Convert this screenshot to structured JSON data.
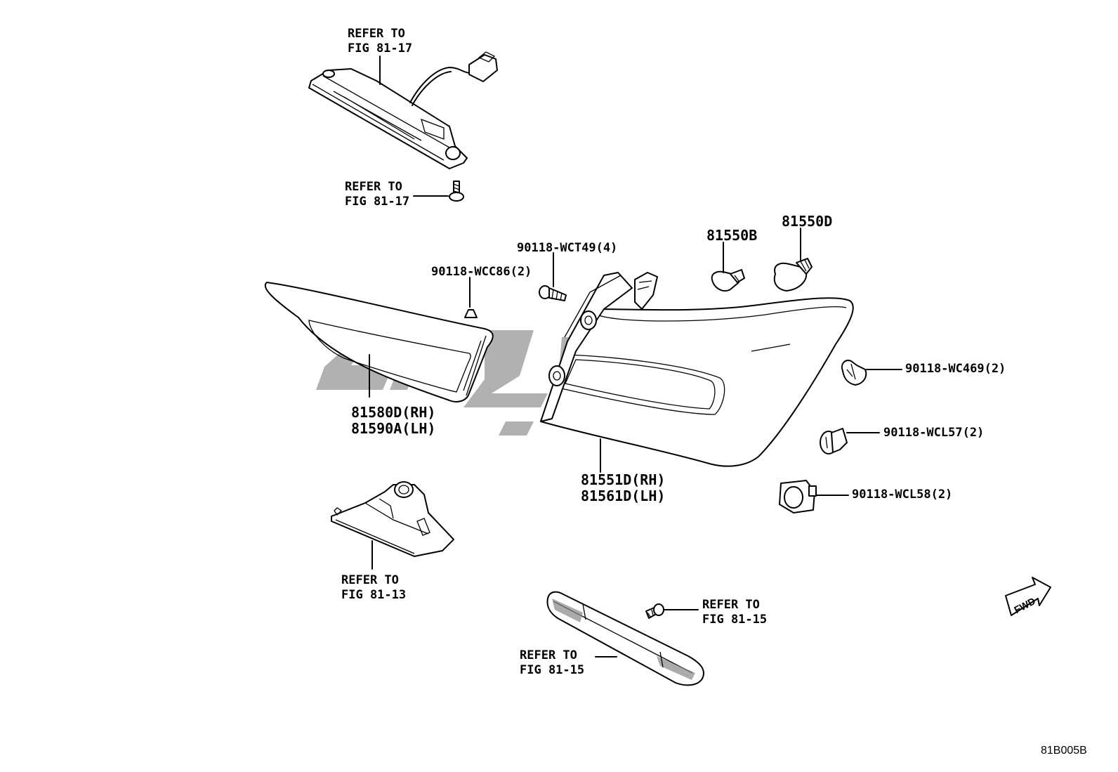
{
  "diagram": {
    "figure_code": "81B005B",
    "labels": {
      "hmsl_top_ref": "REFER TO\nFIG 81-17",
      "hmsl_bolt_ref": "REFER TO\nFIG 81-17",
      "clip_wcc86": "90118-WCC86(2)",
      "screw_wct49": "90118-WCT49(4)",
      "bulb_b": "81550B",
      "bulb_d": "81550D",
      "inner_lamp": "81580D(RH)\n81590A(LH)",
      "outer_lamp": "81551D(RH)\n81561D(LH)",
      "clip_wc469": "90118-WC469(2)",
      "clip_wcl57": "90118-WCL57(2)",
      "clip_wcl58": "90118-WCL58(2)",
      "license_lamp_ref": "REFER TO\nFIG 81-13",
      "reflector_screw_ref": "REFER TO\nFIG 81-15",
      "reflector_ref": "REFER TO\nFIG 81-15"
    },
    "fwd_badge": "FWD",
    "accent_color": "#9a9a9a"
  }
}
